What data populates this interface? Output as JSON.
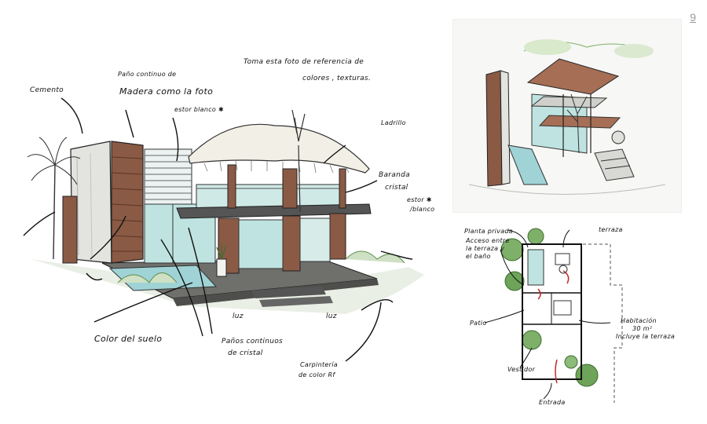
{
  "page_number": "9",
  "main_sketch": {
    "notes": {
      "cemento": "Cemento",
      "panel_top_1": "Paño continuo de",
      "panel_top_2": "Madera como la foto",
      "estor_1": "estor blanco ✱",
      "reference_1": "Toma esta foto de referencia de",
      "reference_2": "colores , texturas.",
      "ladrillo": "Ladrillo",
      "baranda_1": "Baranda",
      "baranda_2": "cristal",
      "estor_2_1": "estor ✱",
      "estor_2_2": "/blanco",
      "luz_1": "luz",
      "luz_2": "luz",
      "color_suelo": "Color del suelo",
      "panos_1": "Paños continuos",
      "panos_2": "de cristal",
      "carpinteria_1": "Carpintería",
      "carpinteria_2": "de color Rf"
    }
  },
  "plan_sketch": {
    "notes": {
      "planta_privada": "Planta privada",
      "acceso_1": "Acceso entre",
      "acceso_2": "la terraza y",
      "acceso_3": "el baño",
      "terraza": "terraza",
      "patio": "Patio",
      "habitacion_1": "Habitación",
      "habitacion_2": "30 m²",
      "habitacion_3": "Incluye la terraza",
      "vestidor": "Vestidor",
      "entrada": "Entrada"
    }
  },
  "colors": {
    "ink": "#111111",
    "wood": "#8a5a45",
    "glass": "#bfe3e0",
    "pool": "#9fd3d6",
    "grass": "#7fb06a",
    "concrete": "#d8d8d4"
  }
}
